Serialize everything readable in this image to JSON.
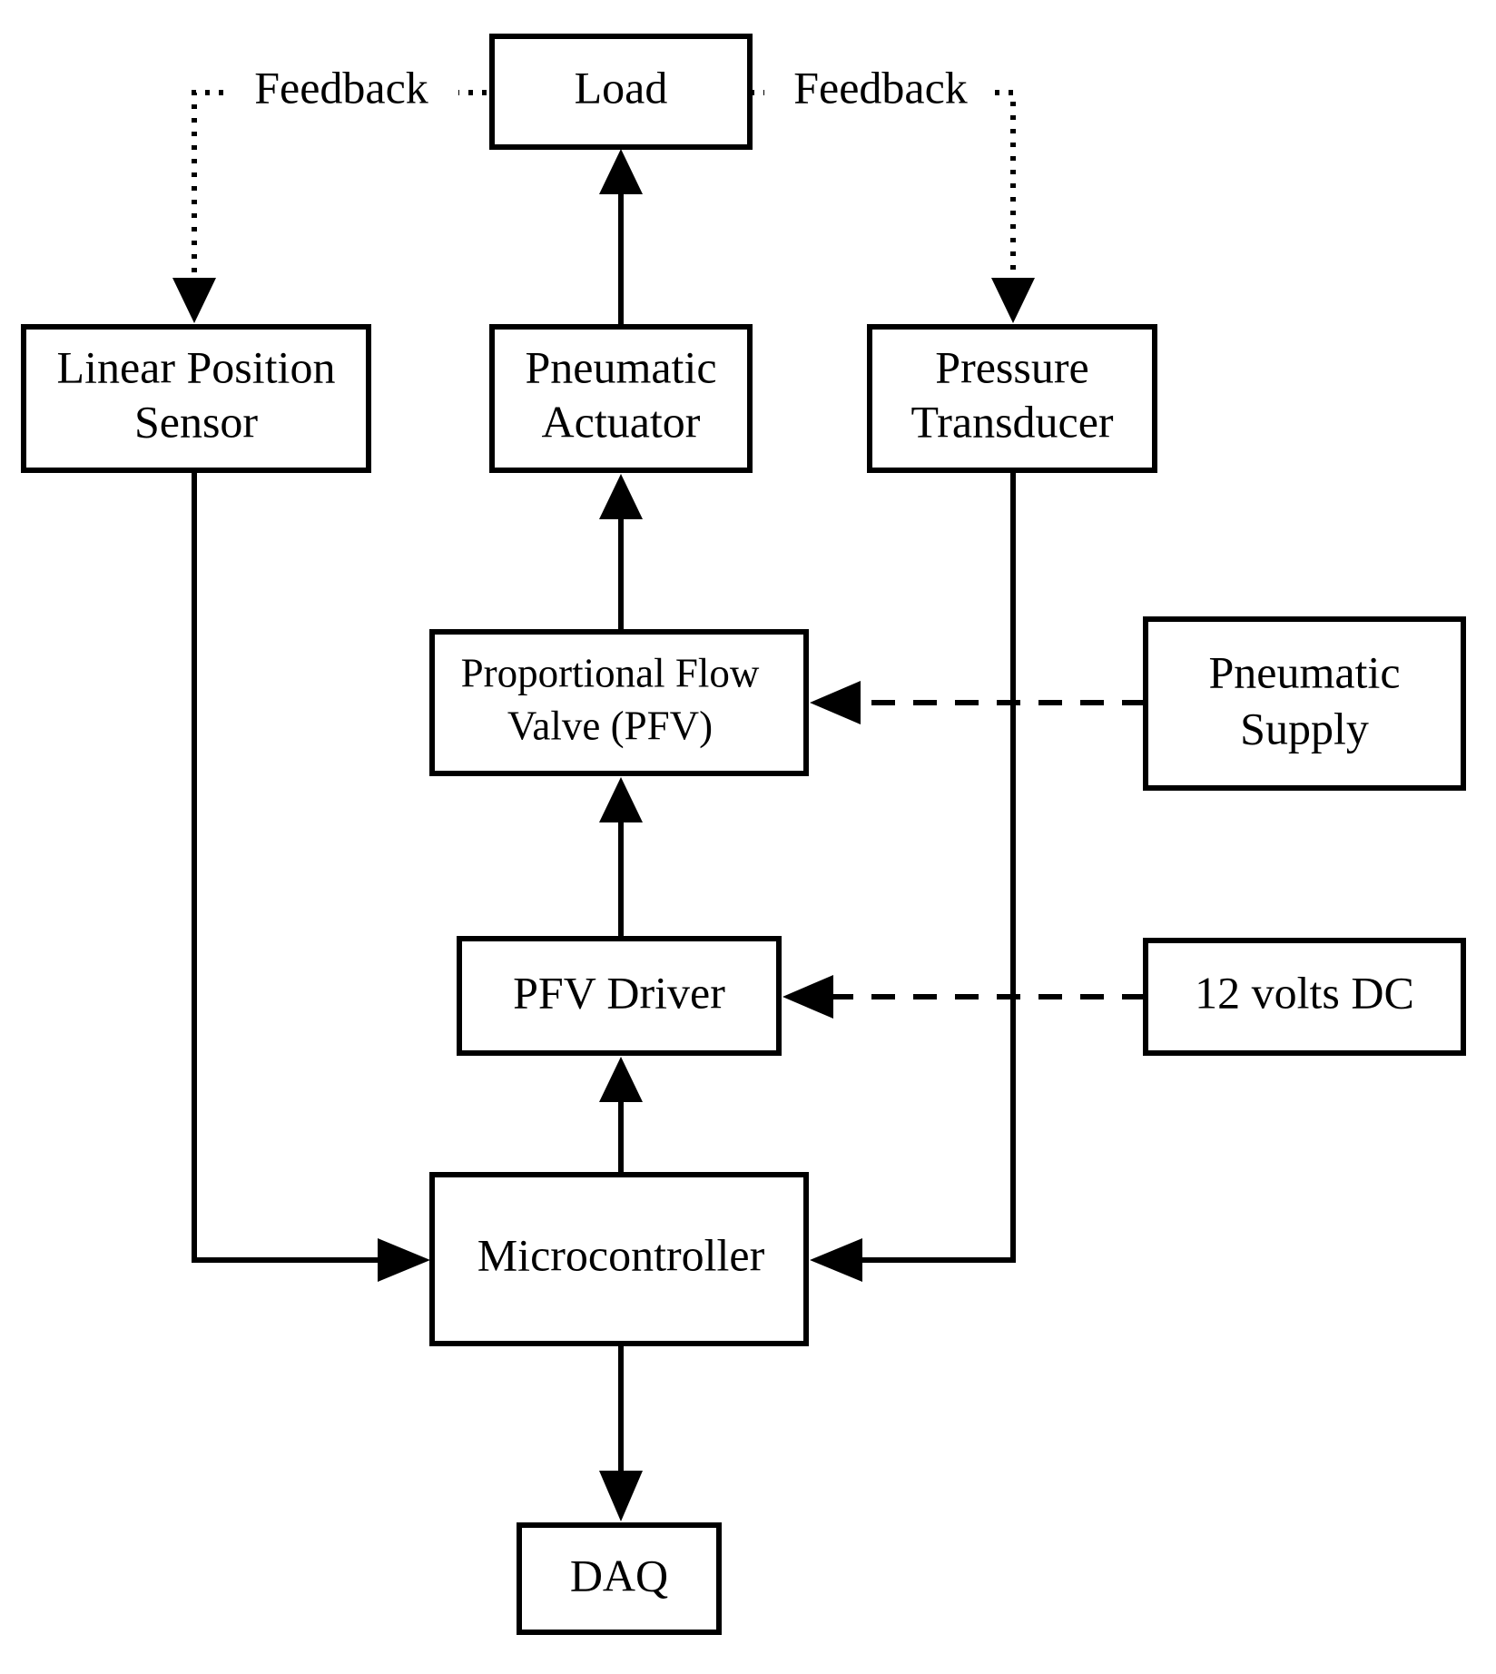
{
  "diagram": {
    "nodes": {
      "load": {
        "label": "Load"
      },
      "linear_position_sensor": {
        "line1": "Linear Position",
        "line2": "Sensor"
      },
      "pneumatic_actuator": {
        "line1": "Pneumatic",
        "line2": "Actuator"
      },
      "pressure_transducer": {
        "line1": "Pressure",
        "line2": "Transducer"
      },
      "pfv": {
        "line1": "Proportional Flow",
        "line2": "Valve (PFV)"
      },
      "pneumatic_supply": {
        "line1": "Pneumatic",
        "line2": "Supply"
      },
      "pfv_driver": {
        "label": "PFV Driver"
      },
      "power_supply": {
        "label": "12 volts DC"
      },
      "microcontroller": {
        "label": "Microcontroller"
      },
      "daq": {
        "label": "DAQ"
      }
    },
    "edge_labels": {
      "feedback_left": "Feedback",
      "feedback_right": "Feedback"
    },
    "edges": [
      {
        "from": "Load",
        "to": "Linear Position Sensor",
        "style": "dotted",
        "label": "Feedback"
      },
      {
        "from": "Load",
        "to": "Pressure Transducer",
        "style": "dotted",
        "label": "Feedback"
      },
      {
        "from": "Pneumatic Actuator",
        "to": "Load",
        "style": "solid"
      },
      {
        "from": "Proportional Flow Valve (PFV)",
        "to": "Pneumatic Actuator",
        "style": "solid"
      },
      {
        "from": "PFV Driver",
        "to": "Proportional Flow Valve (PFV)",
        "style": "solid"
      },
      {
        "from": "Microcontroller",
        "to": "PFV Driver",
        "style": "solid"
      },
      {
        "from": "Pneumatic Supply",
        "to": "Proportional Flow Valve (PFV)",
        "style": "dashed"
      },
      {
        "from": "12 volts DC",
        "to": "PFV Driver",
        "style": "dashed"
      },
      {
        "from": "Linear Position Sensor",
        "to": "Microcontroller",
        "style": "solid"
      },
      {
        "from": "Pressure Transducer",
        "to": "Microcontroller",
        "style": "solid"
      },
      {
        "from": "Microcontroller",
        "to": "DAQ",
        "style": "solid"
      }
    ]
  }
}
